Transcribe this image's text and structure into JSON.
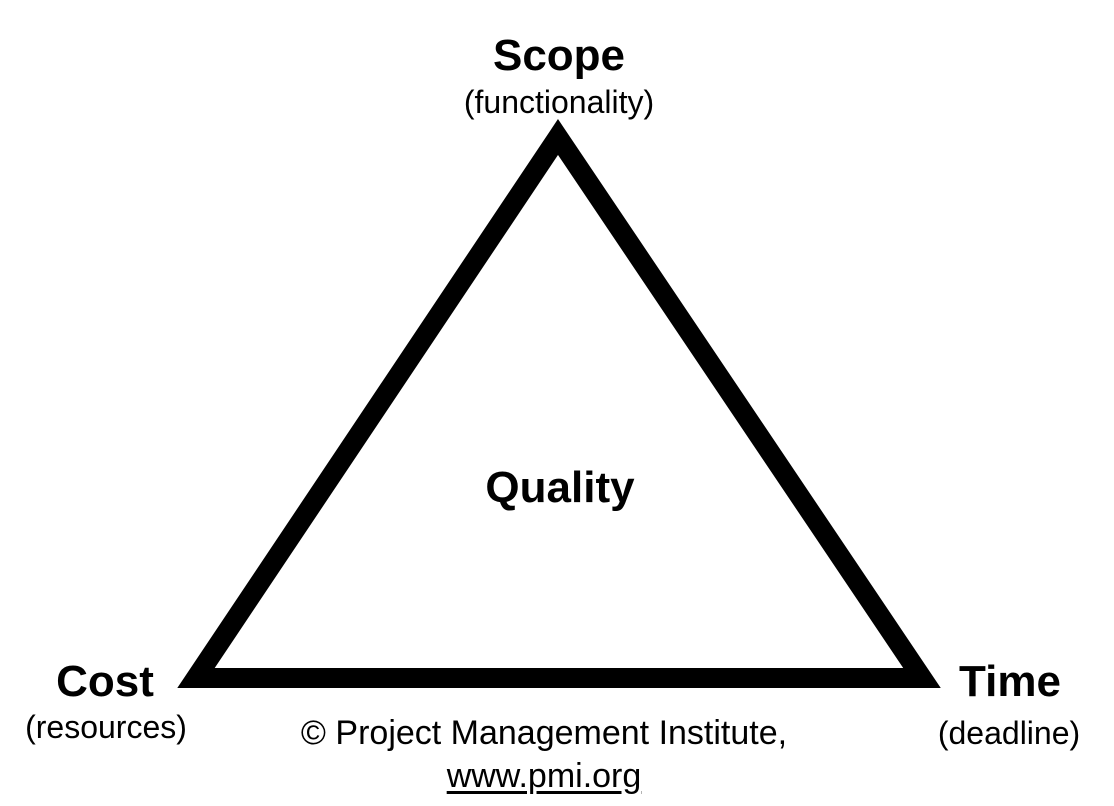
{
  "diagram": {
    "vertices": {
      "top": {
        "title": "Scope",
        "subtitle": "(functionality)"
      },
      "bottom_left": {
        "title": "Cost",
        "subtitle": "(resources)"
      },
      "bottom_right": {
        "title": "Time",
        "subtitle": "(deadline)"
      }
    },
    "center": "Quality",
    "credit": {
      "line": "© Project Management Institute,",
      "link": "www.pmi.org"
    },
    "colors": {
      "stroke": "#000000",
      "background": "#ffffff"
    }
  }
}
